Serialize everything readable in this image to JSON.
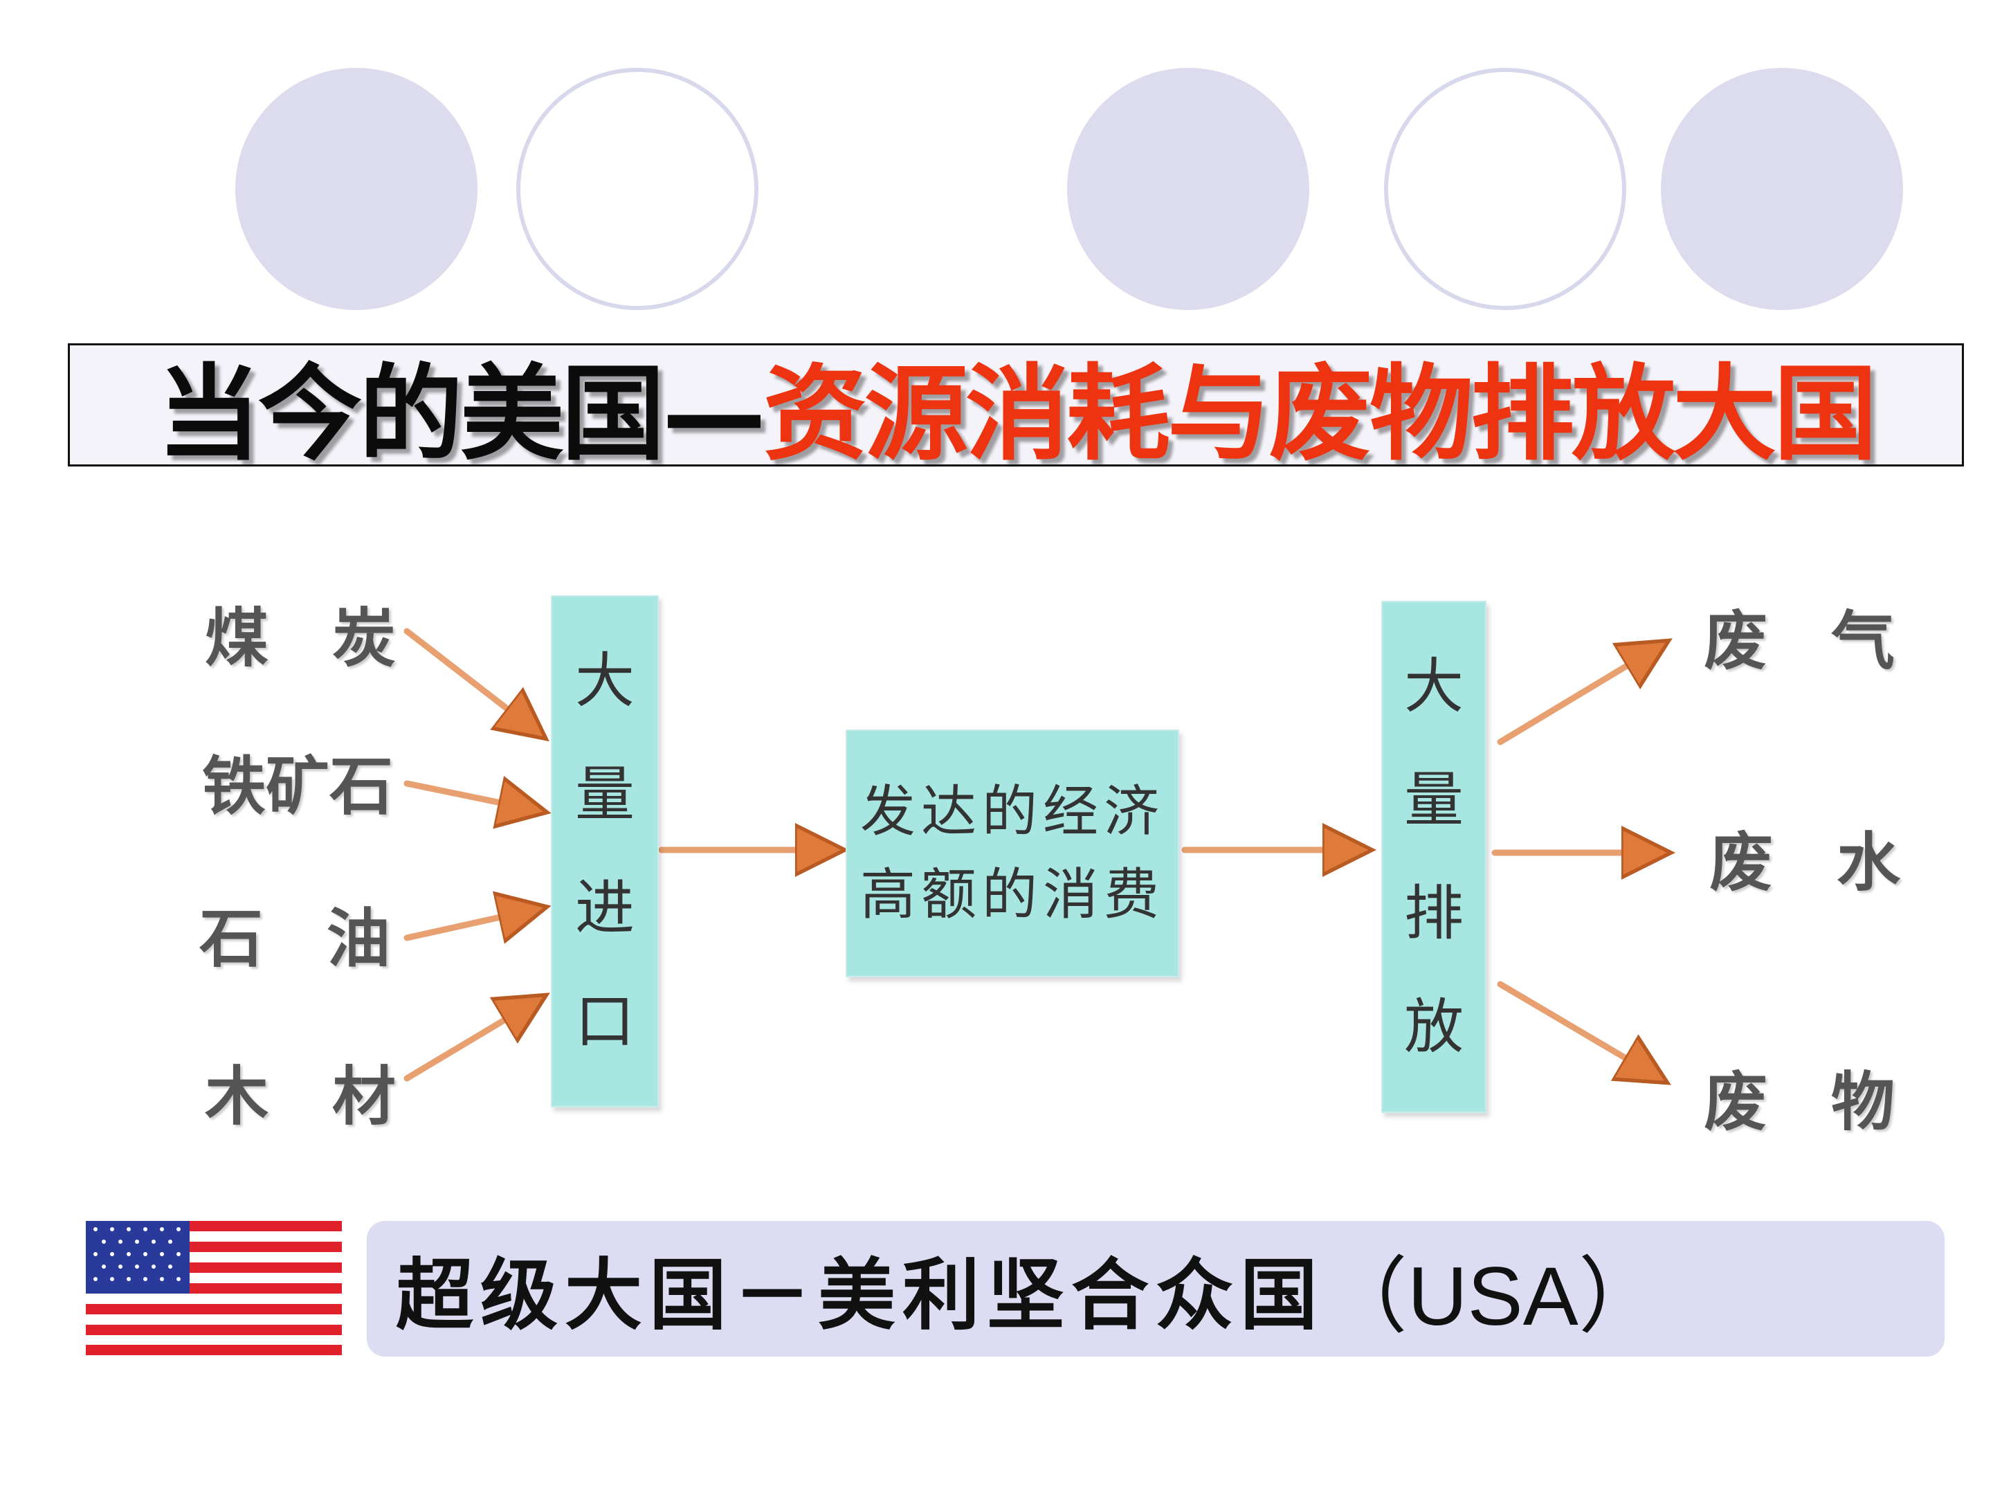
{
  "title": {
    "part1": "当今的美国—",
    "part2": "资源消耗与废物排放大国",
    "color_part1": "#0b0b0b",
    "color_part2": "#ee3311"
  },
  "inputs": [
    "煤　炭",
    "铁矿石",
    "石　油",
    "木　材"
  ],
  "import_box": [
    "大",
    "量",
    "进",
    "口"
  ],
  "center_box": [
    "发达的经济",
    "高额的消费"
  ],
  "emission_box": [
    "大",
    "量",
    "排",
    "放"
  ],
  "outputs": [
    "废　气",
    "废　水",
    "废　物"
  ],
  "banner": {
    "text": "超级大国－美利坚合众国",
    "usa": "（USA）"
  },
  "colors": {
    "box_fill": "#a8e6e2",
    "circle_fill": "#dcdcee",
    "banner_fill": "#dcdcf2",
    "arrow": "#e07a3a"
  },
  "icons": {
    "flag": "usa-flag-icon"
  }
}
